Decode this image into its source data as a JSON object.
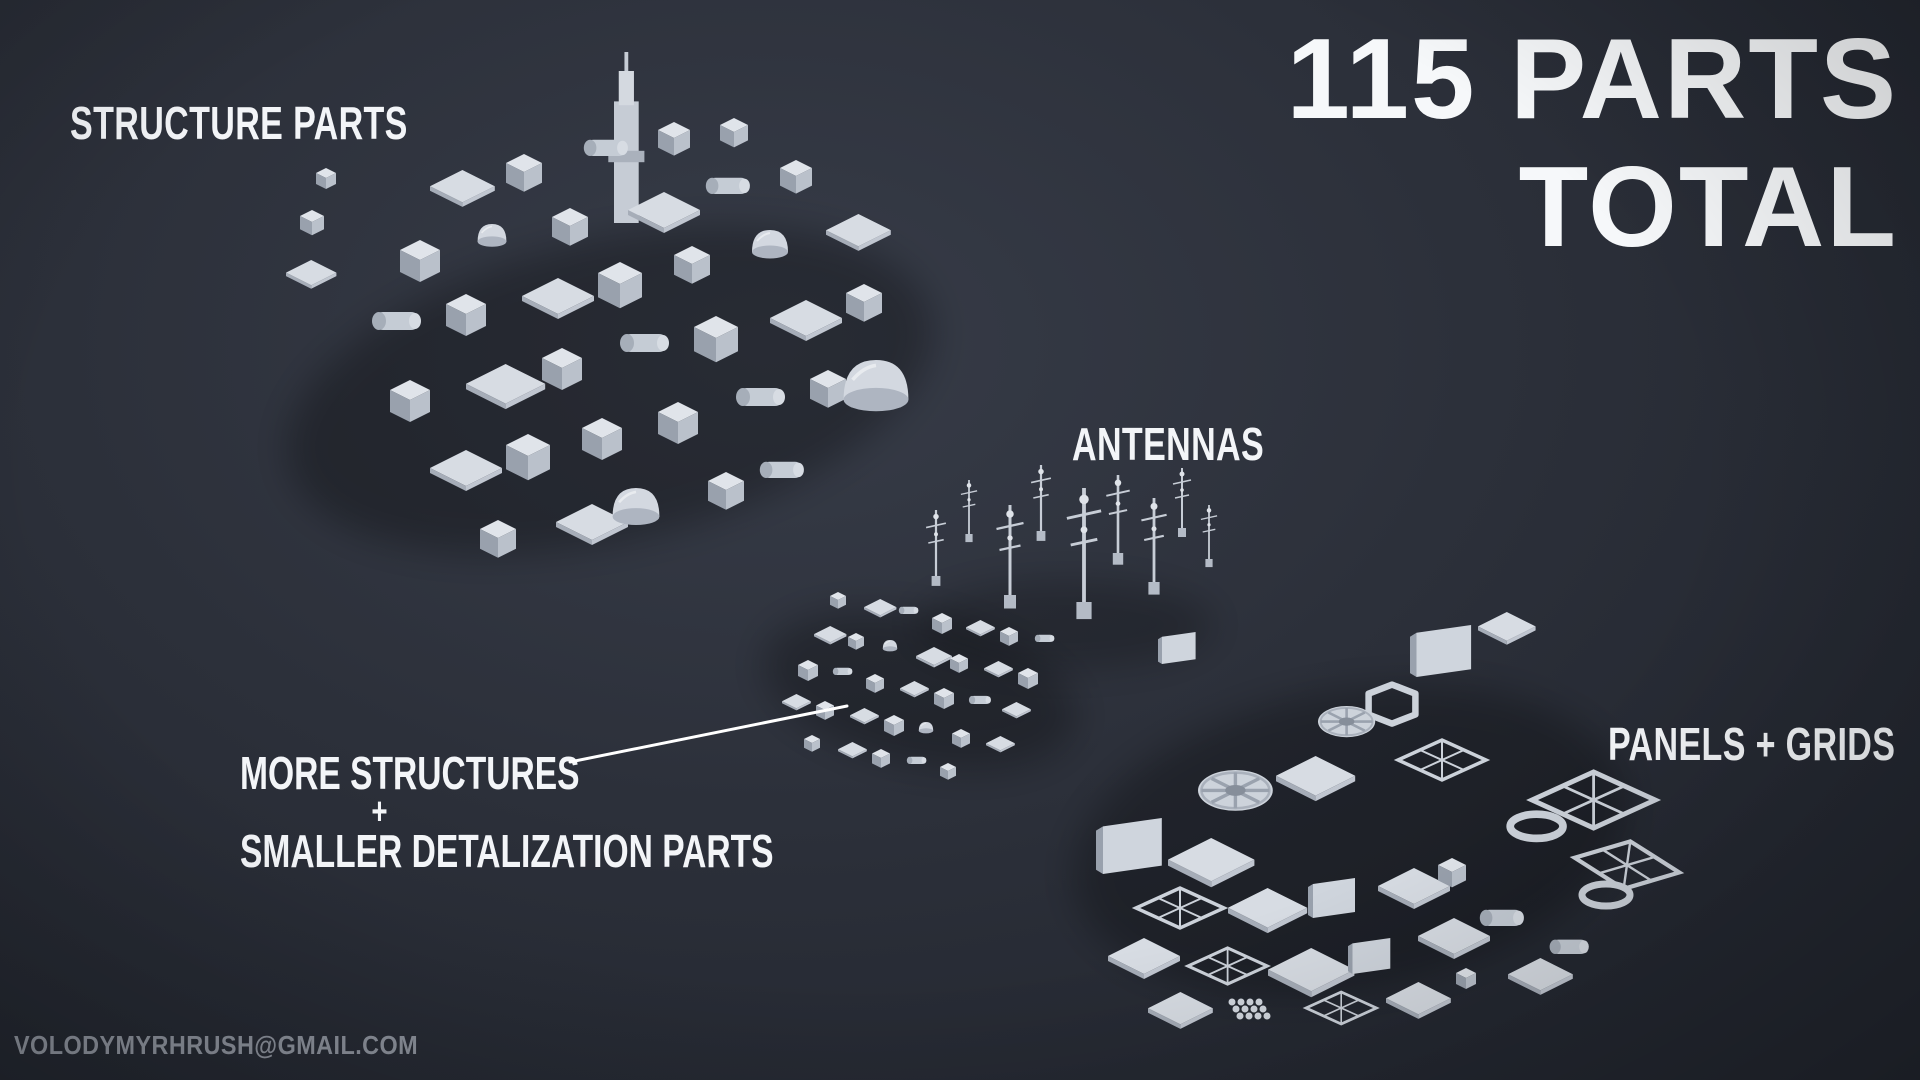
{
  "colors": {
    "background": "#2c303a",
    "text_primary": "#f3f5f8",
    "text_muted": "#8a8f99",
    "parts_light": "#e0e4ea",
    "parts_mid": "#bac1cb",
    "parts_shadow": "#99a1ad",
    "pointer_line": "#ffffff"
  },
  "header": {
    "total_line1": "115 PARTS",
    "total_line2": "TOTAL"
  },
  "labels": {
    "structure_parts": "STRUCTURE PARTS",
    "antennas": "ANTENNAS",
    "more_structures": {
      "line1": "MORE STRUCTURES",
      "line2": "+",
      "line3": "SMALLER DETALIZATION PARTS"
    },
    "panels_grids": "PANELS + GRIDS"
  },
  "footer": {
    "contact_email": "VOLODYMYRHRUSH@GMAIL.COM"
  },
  "clusters": [
    {
      "id": "structure-parts-cluster",
      "label": "STRUCTURE PARTS"
    },
    {
      "id": "antennas-cluster",
      "label": "ANTENNAS"
    },
    {
      "id": "small-parts-cluster",
      "label": "MORE STRUCTURES + SMALLER DETALIZATION PARTS"
    },
    {
      "id": "panels-grids-cluster",
      "label": "PANELS + GRIDS"
    }
  ]
}
